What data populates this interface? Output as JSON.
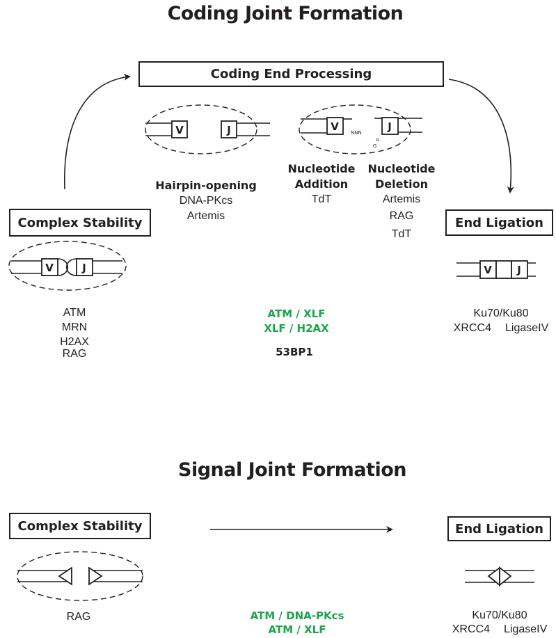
{
  "coding": {
    "title": "Coding Joint Formation",
    "processing_box": "Coding End Processing",
    "stability_box": "Complex Stability",
    "ligation_box": "End Ligation",
    "hairpin": {
      "heading": "Hairpin-opening",
      "items": [
        "DNA-PKcs",
        "Artemis"
      ]
    },
    "addition": {
      "heading1": "Nucleotide",
      "heading2": "Addition",
      "items": [
        "TdT"
      ]
    },
    "deletion": {
      "heading1": "Nucleotide",
      "heading2": "Deletion",
      "items": [
        "Artemis",
        "RAG",
        "TdT"
      ]
    },
    "stability_factors": [
      "ATM",
      "MRN",
      "H2AX",
      "RAG"
    ],
    "green_factors": [
      "ATM / XLF",
      "XLF / H2AX"
    ],
    "black_factor": "53BP1",
    "ligation_factors": {
      "line1": "Ku70/Ku80",
      "line2a": "XRCC4",
      "line2b": "LigaseIV"
    },
    "segments": {
      "v": "V",
      "j": "J",
      "nnn": "NNN",
      "a": "A",
      "g": "G"
    }
  },
  "signal": {
    "title": "Signal Joint Formation",
    "stability_box": "Complex Stability",
    "ligation_box": "End Ligation",
    "stability_factors": [
      "RAG"
    ],
    "green_factors": [
      "ATM / DNA-PKcs",
      "ATM / XLF"
    ],
    "ligation_factors": {
      "line1": "Ku70/Ku80",
      "line2a": "XRCC4",
      "line2b": "LigaseIV"
    }
  }
}
